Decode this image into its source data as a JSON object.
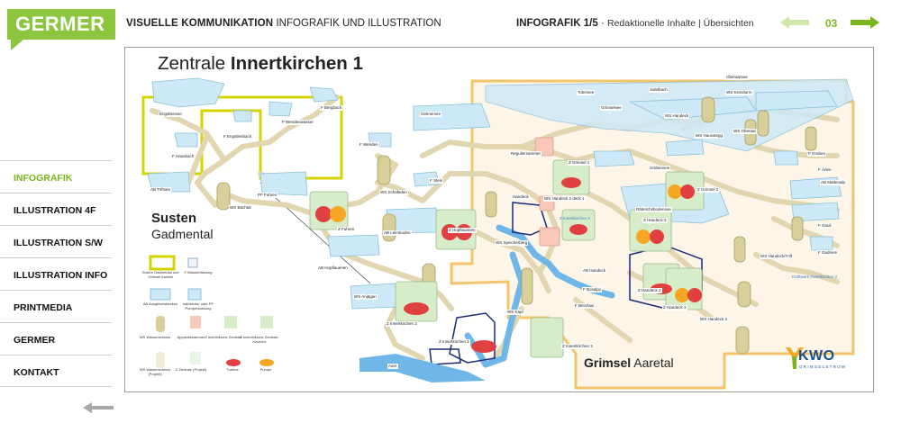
{
  "header": {
    "brand": "GERMER",
    "title_bold": "VISUELLE KOMMUNIKATION",
    "title_rest": "INFOGRAFIK UND ILLUSTRATION",
    "section_bold": "INFOGRAFIK 1/5",
    "section_sep": "·",
    "section_sub": "Redaktionelle Inhalte  |  Übersichten",
    "page_number": "03",
    "prev_icon": "arrow-left-icon",
    "next_icon": "arrow-right-icon"
  },
  "sidebar": {
    "items": [
      {
        "label": "INFOGRAFIK",
        "active": true
      },
      {
        "label": "ILLUSTRATION 4F",
        "active": false
      },
      {
        "label": "ILLUSTRATION S/W",
        "active": false
      },
      {
        "label": "ILLUSTRATION INFO",
        "active": false
      },
      {
        "label": "PRINTMEDIA",
        "active": false
      },
      {
        "label": "GERMER",
        "active": false
      },
      {
        "label": "KONTAKT",
        "active": false
      }
    ],
    "back_icon": "arrow-left-icon"
  },
  "infographic": {
    "title_light": "Zentrale",
    "title_bold": "Innertkirchen 1",
    "region_left_bold": "Susten",
    "region_left_light": "Gadmental",
    "region_right_bold": "Grimsel",
    "region_right_light": "Aaretal",
    "logo_text": "KWO",
    "logo_subtext": "GRIMSELSTROM",
    "labels": {
      "engstlensee": "Engstlensee",
      "p_engstlenbach": "F Engstlenbach",
      "p_wendenwasser": "F Wendenwasser",
      "p_bergbach": "F Bergbach",
      "p_hausbach": "F Hausbach",
      "ab_trift": "AB Triftsee",
      "pf_fuhren": "PF Fuhren",
      "ws_bachtal": "WS Bächtal",
      "z_fuhren": "Z Fuhren",
      "p_wenden": "F Wenden",
      "ws_schaftelen": "WS Schaftelen",
      "p_stein": "F Stein",
      "gelmersee": "Gelmersee",
      "ab_leimboden": "AB Leimboden",
      "z_hopflauenen": "Z Hopflauenen",
      "ws_speicherberg": "WS Speicherberg",
      "ab_hopflauenen": "AB Hopflauenen",
      "ws_anjaegen": "WS Anjägen",
      "z_innertkirchen2": "Z Innertkirchen 2",
      "z_innertkirchen1": "Z Innertkirchen 1",
      "ws_kapf": "WS Kapf",
      "aare": "Aare",
      "reguliersammer": "Reguliersammer",
      "z_grimsel1": "Z Grimsel 1",
      "totensee": "Totensee",
      "grimselsee": "Grimselsee",
      "oberaarsee": "Oberaarsee",
      "z_grimsel2": "Z Grimsel 2",
      "ws_handeck": "WS Handeck",
      "raeterichsbodensee": "Räterichsbodensee",
      "z_handeck2": "Z Handeck 2",
      "z_handeck3": "Z Handeck 3",
      "z_handeck1": "Z Handeck 1",
      "ab_handeck": "AB Handeck",
      "z_innertkirchen3_top": "Z Innertkirchen 3",
      "z_innertkirchen3": "Z Innertkirchen 3",
      "ws_handeck2": "WS Handeck 2",
      "ws_handeck3": "WS Handeck 3",
      "p_grueben": "F Grüben",
      "p_aerlen": "F Ärlen",
      "p_gauli": "F Gauli",
      "ab_mattenalp": "AB Mattenalp",
      "p_gadmen": "F Gadmen",
      "ws_handeck_trift": "WS Handeck/Trift",
      "p_bosalpy": "F Bosalpy",
      "p_benzlaui": "F Benzlaui",
      "kraftwerk_innertkirchen3": "Kraftwerk Innertkirchen 3",
      "z_handeck3_blue": "Z Handeck 3",
      "sidelbach": "Sidelbach",
      "handeck": "Handeck",
      "ws_oberaar": "WS Oberaar",
      "ws_kessiturm": "WS Kessiturm",
      "ws_hausstegg": "WS Hausstegg",
      "gruebensee": "Grübensee"
    },
    "legend": {
      "susten_grimsel": "Susten Gadmental und Grimsel Aaretal",
      "wasserfassung": "F Wasserfassung",
      "ausgleichsbecken": "AB Ausgleichsbecken",
      "natuerlicher_see": "natürlicher oder PF Pumpenfassung",
      "wasserschloss": "WS Wasserschloss",
      "apparatekammer": "Apparatekammer",
      "z_oberirdisch": "Z oberirdische Zentrale",
      "z_unterirdisch": "Z unterirdische Zentrale, Kaverne",
      "ws_project": "WS Wasserschloss (Projekt)",
      "z_project": "Z Zentrale (Projekt)",
      "turbine": "Turbine",
      "pumpe": "Pumpe"
    },
    "colors": {
      "accent": "#8cc63f",
      "susten_border": "#d4d400",
      "grimsel_border": "#f4c46a",
      "pipe": "#e2d6b0",
      "water": "#bfe3f5",
      "turbine": "#e04040",
      "pump": "#f5a623",
      "dark_blue": "#1b2a78",
      "kwo_blue": "#1a4f8a"
    }
  }
}
